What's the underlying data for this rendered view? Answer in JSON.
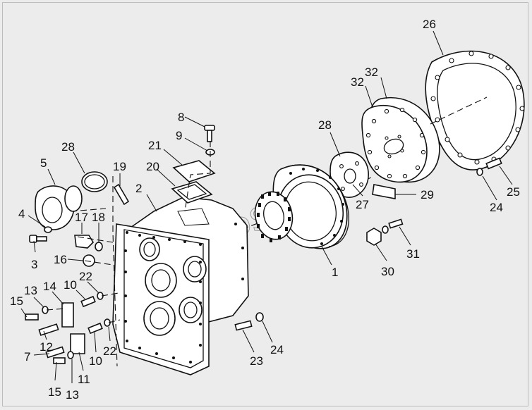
{
  "diagram": {
    "watermark": "AutoSoft",
    "callouts": [
      "26",
      "32",
      "32",
      "28",
      "8",
      "9",
      "21",
      "20",
      "19",
      "2",
      "28",
      "5",
      "4",
      "3",
      "17",
      "18",
      "16",
      "22",
      "13",
      "15",
      "14",
      "10",
      "12",
      "7",
      "11",
      "22",
      "10",
      "15",
      "13",
      "23",
      "24",
      "29",
      "27",
      "1",
      "30",
      "31",
      "24",
      "25"
    ]
  }
}
